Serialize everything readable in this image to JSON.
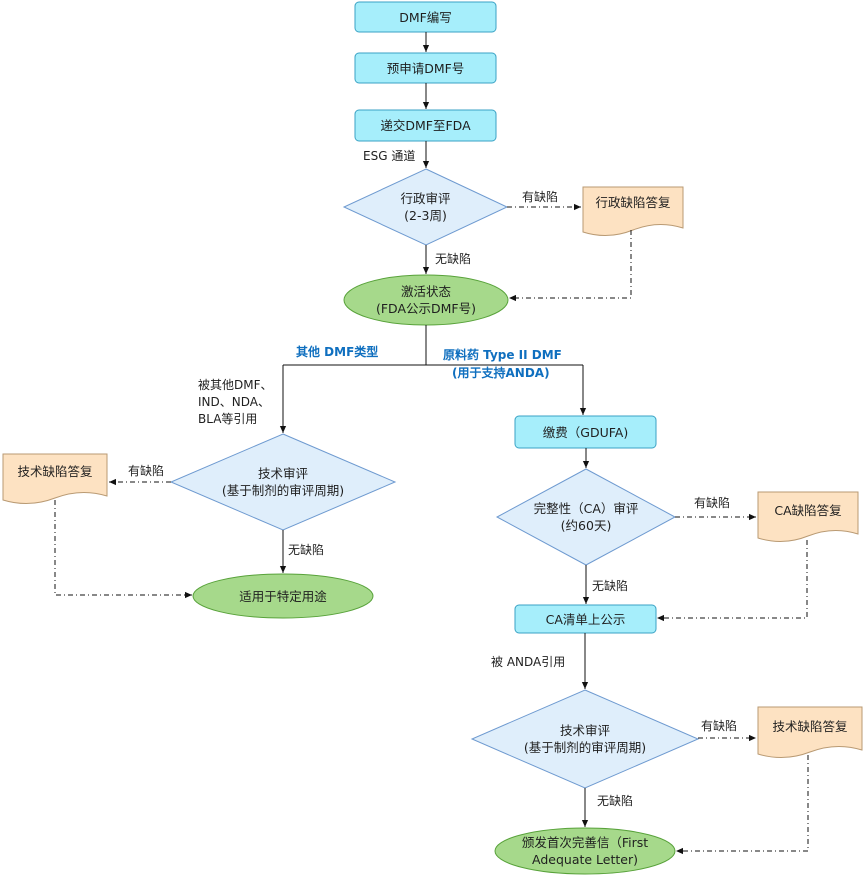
{
  "nodes": {
    "dmf_write": "DMF编写",
    "pre_apply": "预申请DMF号",
    "submit": "递交DMF至FDA",
    "admin_review": [
      "行政审评",
      "(2-3周)"
    ],
    "admin_reply": "行政缺陷答复",
    "active": [
      "激活状态",
      "(FDA公示DMF号)"
    ],
    "tech_review_left": [
      "技术审评",
      "(基于制剂的审评周期)"
    ],
    "tech_reply_left": "技术缺陷答复",
    "specific_use": "适用于特定用途",
    "fee": "缴费（GDUFA)",
    "ca_review": [
      "完整性（CA）审评",
      "(约60天)"
    ],
    "ca_reply": "CA缺陷答复",
    "ca_list": "CA清单上公示",
    "tech_review_right": [
      "技术审评",
      "(基于制剂的审评周期)"
    ],
    "tech_reply_right": "技术缺陷答复",
    "first_letter": [
      "颁发首次完善信（First",
      "Adequate Letter)"
    ]
  },
  "labels": {
    "esg": "ESG 通道",
    "has_defect": "有缺陷",
    "no_defect": "无缺陷",
    "other_type": "其他 DMF类型",
    "api_type": "原料药 Type II DMF",
    "api_sub": "(用于支持ANDA)",
    "referenced_by": [
      "被其他DMF、",
      "IND、NDA、",
      "BLA等引用"
    ],
    "anda_ref": "被 ANDA引用"
  },
  "colors": {
    "process_fill": "#a6eefb",
    "process_stroke": "#3aa2c4",
    "decision_fill": "#dfeefb",
    "decision_stroke": "#6e9ad0",
    "terminal_fill": "#a6d98b",
    "terminal_stroke": "#58a23a",
    "document_fill": "#fde2c2",
    "document_stroke": "#b99a73",
    "branch_label": "#0f6fbf"
  }
}
